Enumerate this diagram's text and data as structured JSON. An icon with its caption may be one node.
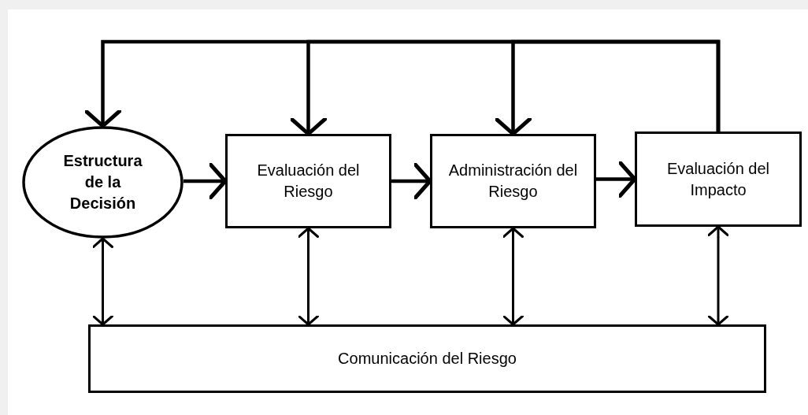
{
  "diagram": {
    "nodes": [
      {
        "text": [
          "Estructura de la Decisión"
        ]
      },
      {
        "text": [
          "Evaluación del Riesgo"
        ]
      },
      {
        "text": [
          "Administración del Riesgo"
        ]
      },
      {
        "text": [
          "Evaluación del Impacto"
        ]
      },
      {
        "text": [
          "Comunicación del Riesgo"
        ]
      }
    ],
    "edges": [
      {
        "from": 0,
        "to": 1,
        "arrow": "to"
      },
      {
        "from": 1,
        "to": 2,
        "arrow": "to"
      },
      {
        "from": 2,
        "to": 3,
        "arrow": "to"
      },
      {
        "from": 3,
        "to": 0,
        "arrow": "to"
      },
      {
        "from": 3,
        "to": 1,
        "arrow": "to"
      },
      {
        "from": 3,
        "to": 2,
        "arrow": "to"
      },
      {
        "from": 0,
        "to": 4,
        "arrow": "both"
      },
      {
        "from": 1,
        "to": 4,
        "arrow": "both"
      },
      {
        "from": 2,
        "to": 4,
        "arrow": "both"
      },
      {
        "from": 3,
        "to": 4,
        "arrow": "both"
      }
    ]
  }
}
